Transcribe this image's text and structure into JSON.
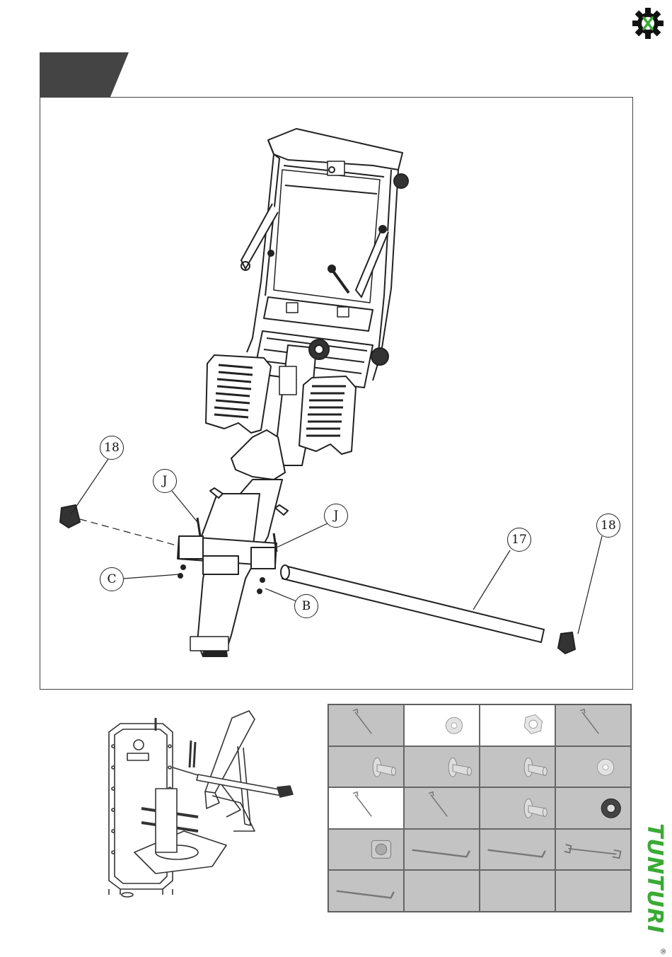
{
  "brand": {
    "name": "TUNTURI",
    "mark": "®",
    "color": "#3aaa35"
  },
  "step_tab_color": "#444444",
  "callouts": {
    "c18_left": "18",
    "c_j_left": "J",
    "c_j_right": "J",
    "c17": "17",
    "c18_right": "18",
    "c_c": "C",
    "c_b": "B"
  },
  "hardware_grid": {
    "rows": 5,
    "cols": 4,
    "cells": [
      {
        "icon": "bolt-icon",
        "bg": "grey"
      },
      {
        "icon": "washer-icon",
        "bg": "white"
      },
      {
        "icon": "nut-icon",
        "bg": "white"
      },
      {
        "icon": "bolt-icon",
        "bg": "grey"
      },
      {
        "icon": "flange-screw-icon",
        "bg": "grey"
      },
      {
        "icon": "flange-screw-icon",
        "bg": "grey"
      },
      {
        "icon": "flange-screw-icon",
        "bg": "grey"
      },
      {
        "icon": "washer-icon",
        "bg": "grey"
      },
      {
        "icon": "bolt-icon",
        "bg": "white"
      },
      {
        "icon": "bolt-icon",
        "bg": "grey"
      },
      {
        "icon": "flange-screw-icon",
        "bg": "grey"
      },
      {
        "icon": "washer-dark-icon",
        "bg": "grey"
      },
      {
        "icon": "knob-icon",
        "bg": "grey"
      },
      {
        "icon": "allen-key-icon",
        "bg": "grey"
      },
      {
        "icon": "allen-key-icon",
        "bg": "grey"
      },
      {
        "icon": "wrench-icon",
        "bg": "grey"
      },
      {
        "icon": "allen-key-icon",
        "bg": "grey"
      },
      {
        "icon": "empty",
        "bg": "grey"
      },
      {
        "icon": "empty",
        "bg": "grey"
      },
      {
        "icon": "empty",
        "bg": "grey"
      }
    ]
  }
}
